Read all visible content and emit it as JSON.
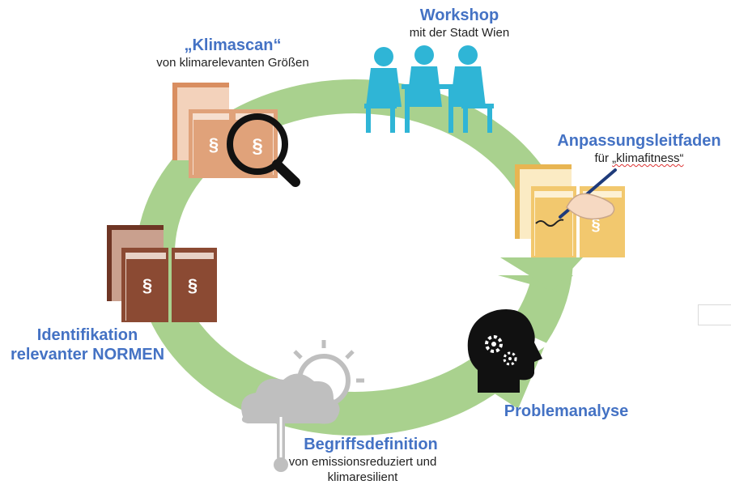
{
  "colors": {
    "title": "#4472C4",
    "cycle_arrow": "#A9D18E",
    "workshop_icon": "#2FB5D6",
    "book_light": "#E0A27A",
    "book_gold": "#F2C86E",
    "book_dark": "#8B4A33",
    "head_icon": "#111111",
    "cloud_icon": "#BFBFBF"
  },
  "icons": {
    "workshop": "meeting-people-icon",
    "klimascan": "law-book-magnifier-icon",
    "leitfaden": "law-book-pen-icon",
    "problem": "head-gears-icon",
    "begriff": "cloud-sun-thermometer-icon",
    "normen": "law-book-icon"
  },
  "steps": {
    "workshop": {
      "title": "Workshop",
      "subtitle": "mit der Stadt Wien"
    },
    "klimascan": {
      "title": "„Klimascan“",
      "subtitle": "von klimarelevanten Größen"
    },
    "leitfaden": {
      "title": "Anpassungsleitfaden",
      "subtitle_prefix": "für ",
      "subtitle_quoted": "„klimafitness“"
    },
    "problem": {
      "title": "Problemanalyse"
    },
    "begriff": {
      "title": "Begriffsdefinition",
      "subtitle_line1": "von emissionsreduziert und",
      "subtitle_line2": "klimaresilient"
    },
    "normen": {
      "title_line1": "Identifikation",
      "title_line2": "relevanter NORMEN"
    }
  },
  "book_glyph": "§"
}
